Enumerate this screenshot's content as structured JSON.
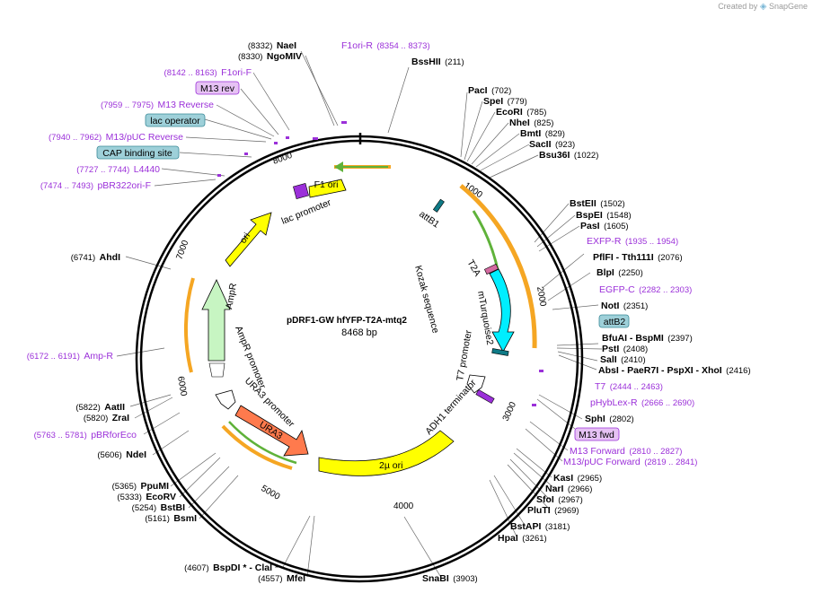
{
  "app": {
    "created_by": "Created by",
    "brand": "SnapGene"
  },
  "plasmid": {
    "name": "pDRF1-GW hfYFP-T2A-mtq2",
    "length": "8468 bp"
  },
  "ticks": [
    "1000",
    "2000",
    "3000",
    "4000",
    "5000",
    "6000",
    "7000",
    "8000"
  ],
  "features": {
    "f1ori": "F1 ori",
    "lac_promoter": "lac promoter",
    "attB1": "attB1",
    "kozak": "Kozak sequence",
    "t2a": "T2A",
    "mturq": "mTurquoise2",
    "t7_promoter": "T7 promoter",
    "adh1": "ADH1 terminator",
    "twomu": "2µ ori",
    "ura3": "URA3",
    "ura3_promoter": "URA3 promoter",
    "ampr_promoter": "AmpR promoter",
    "ampr": "AmpR",
    "ori": "ori"
  },
  "left_labels": [
    {
      "pos": "(8332)",
      "name": "NaeI"
    },
    {
      "pos": "(8330)",
      "name": "NgoMIV"
    },
    {
      "pos": "(8142 .. 8163)",
      "name": "F1ori-F",
      "kind": "primer"
    },
    {
      "name": "M13 rev",
      "kind": "tag"
    },
    {
      "pos": "(7959 .. 7975)",
      "name": "M13 Reverse",
      "kind": "primer"
    },
    {
      "name": "lac operator",
      "kind": "tagblue"
    },
    {
      "pos": "(7940 .. 7962)",
      "name": "M13/pUC Reverse",
      "kind": "primer"
    },
    {
      "name": "CAP binding site",
      "kind": "tagblue"
    },
    {
      "pos": "(7727 .. 7744)",
      "name": "L4440",
      "kind": "primer"
    },
    {
      "pos": "(7474 .. 7493)",
      "name": "pBR322ori-F",
      "kind": "primer"
    },
    {
      "pos": "(6741)",
      "name": "AhdI"
    },
    {
      "pos": "(6172 .. 6191)",
      "name": "Amp-R",
      "kind": "primer"
    },
    {
      "pos": "(5822)",
      "name": "AatII"
    },
    {
      "pos": "(5820)",
      "name": "ZraI"
    },
    {
      "pos": "(5763 .. 5781)",
      "name": "pBRforEco",
      "kind": "primer"
    },
    {
      "pos": "(5606)",
      "name": "NdeI"
    },
    {
      "pos": "(5365)",
      "name": "PpuMI"
    },
    {
      "pos": "(5333)",
      "name": "EcoRV"
    },
    {
      "pos": "(5254)",
      "name": "BstBI"
    },
    {
      "pos": "(5161)",
      "name": "BsmI"
    },
    {
      "pos": "(4607)",
      "name": "BspDI *  - ClaI *"
    },
    {
      "pos": "(4557)",
      "name": "MfeI"
    }
  ],
  "right_labels": [
    {
      "name": "F1ori-R",
      "pos": "(8354 .. 8373)",
      "kind": "primer"
    },
    {
      "name": "BssHII",
      "pos": "(211)"
    },
    {
      "name": "PacI",
      "pos": "(702)"
    },
    {
      "name": "SpeI",
      "pos": "(779)"
    },
    {
      "name": "EcoRI",
      "pos": "(785)"
    },
    {
      "name": "NheI",
      "pos": "(825)"
    },
    {
      "name": "BmtI",
      "pos": "(829)"
    },
    {
      "name": "SacII",
      "pos": "(923)"
    },
    {
      "name": "Bsu36I",
      "pos": "(1022)"
    },
    {
      "name": "BstEII",
      "pos": "(1502)"
    },
    {
      "name": "BspEI",
      "pos": "(1548)"
    },
    {
      "name": "PasI",
      "pos": "(1605)"
    },
    {
      "name": "EXFP-R",
      "pos": "(1935 .. 1954)",
      "kind": "primer"
    },
    {
      "name": "PflFI  - Tth111I",
      "pos": "(2076)"
    },
    {
      "name": "BlpI",
      "pos": "(2250)"
    },
    {
      "name": "EGFP-C",
      "pos": "(2282 .. 2303)",
      "kind": "primer"
    },
    {
      "name": "NotI",
      "pos": "(2351)"
    },
    {
      "name": "attB2",
      "kind": "tagblue"
    },
    {
      "name": "BfuAI  - BspMI",
      "pos": "(2397)"
    },
    {
      "name": "PstI",
      "pos": "(2408)"
    },
    {
      "name": "SalI",
      "pos": "(2410)"
    },
    {
      "name": "AbsI  - PaeR7I  - PspXI  - XhoI",
      "pos": "(2416)"
    },
    {
      "name": "T7",
      "pos": "(2444 .. 2463)",
      "kind": "primer"
    },
    {
      "name": "pHybLex-R",
      "pos": "(2666 .. 2690)",
      "kind": "primer"
    },
    {
      "name": "SphI",
      "pos": "(2802)"
    },
    {
      "name": "M13 fwd",
      "kind": "tag"
    },
    {
      "name": "M13 Forward",
      "pos": "(2810 .. 2827)",
      "kind": "primer"
    },
    {
      "name": "M13/pUC Forward",
      "pos": "(2819 .. 2841)",
      "kind": "primer"
    },
    {
      "name": "KasI",
      "pos": "(2965)"
    },
    {
      "name": "NarI",
      "pos": "(2966)"
    },
    {
      "name": "SfoI",
      "pos": "(2967)"
    },
    {
      "name": "PluTI",
      "pos": "(2969)"
    },
    {
      "name": "BstAPI",
      "pos": "(3181)"
    },
    {
      "name": "HpaI",
      "pos": "(3261)"
    },
    {
      "name": "SnaBI",
      "pos": "(3903)"
    }
  ],
  "colors": {
    "primer": "#9b30d9",
    "tag_purple_bg": "#e6c2f4",
    "tag_blue_bg": "#9ed0d9",
    "yellow": "#ffff00",
    "cyan": "#00eeff",
    "orange": "#ff7a4d",
    "lightgreen": "#c7f5c2",
    "arc_orange": "#f5a623",
    "arc_green": "#5fb23a"
  }
}
